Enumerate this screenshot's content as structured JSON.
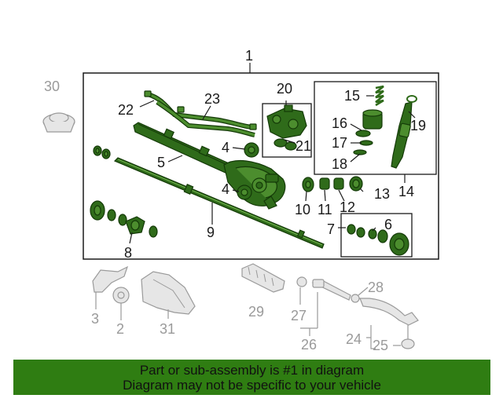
{
  "labels": {
    "l1": "1",
    "l2": "2",
    "l3": "3",
    "l4a": "4",
    "l4b": "4",
    "l5": "5",
    "l6": "6",
    "l7": "7",
    "l8": "8",
    "l9": "9",
    "l10": "10",
    "l11": "11",
    "l12": "12",
    "l13": "13",
    "l14": "14",
    "l15": "15",
    "l16": "16",
    "l17": "17",
    "l18": "18",
    "l19": "19",
    "l20": "20",
    "l21": "21",
    "l22": "22",
    "l23": "23",
    "l24": "24",
    "l25": "25",
    "l26": "26",
    "l27": "27",
    "l28": "28",
    "l29": "29",
    "l30": "30",
    "l31": "31"
  },
  "banner": {
    "line1": "Part or sub-assembly is #1 in diagram",
    "line2": "Diagram may not be specific to your vehicle"
  },
  "colors": {
    "banner": "#2f7d12",
    "part": "#2f6b1a",
    "gray": "#9a9a9a"
  }
}
